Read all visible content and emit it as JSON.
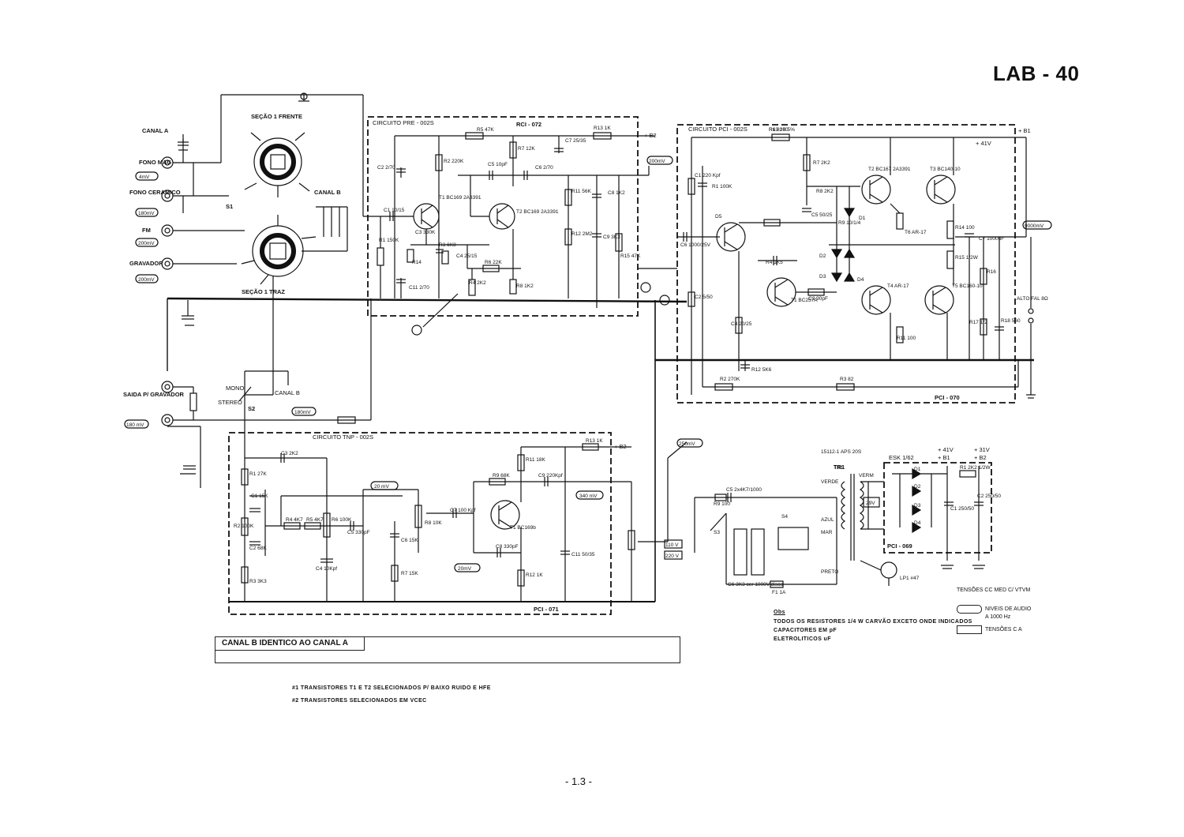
{
  "title": "LAB - 40",
  "page_number": "- 1.3 -",
  "canal_b_note": "CANAL B IDENTICO AO CANAL A",
  "footnotes": [
    "#1 TRANSISTORES T1 E T2 SELECIONADOS P/ BAIXO RUIDO E HFE",
    "#2 TRANSISTORES SELECIONADOS EM VCEC"
  ],
  "obs": {
    "heading": "Obs",
    "lines": [
      "TODOS OS RESISTORES 1/4 W CARVÃO EXCETO ONDE INDICADOS",
      "CAPACITORES EM pF",
      "ELETROLITICOS uF"
    ]
  },
  "legend": {
    "heading": "TENSÕES CC MED C/ VTVM",
    "audio": "NIVEIS DE AUDIO",
    "audio_sub": "A 1000 Hz",
    "ac": "TENSÕES C A"
  },
  "inputs": {
    "canal_a": "CANAL A",
    "fono_mag": "FONO MAG",
    "fono_mag_level": "4mV",
    "fono_ceramico": "FONO CERAMICO",
    "fono_ceramico_level": "180mV",
    "fm": "FM",
    "fm_level": "200mV",
    "gravador": "GRAVADOR",
    "gravador_level": "200mV"
  },
  "selector": {
    "front": "SEÇÃO 1 FRENTE",
    "back": "SEÇÃO 1 TRAZ",
    "name": "S1",
    "canal_b": "CANAL B"
  },
  "output_rec": {
    "label": "SAIDA P/ GRAVADOR",
    "level": "180 mV",
    "mono": "MONO",
    "stereo": "STEREO",
    "switch": "S2",
    "canal_b": "CANAL B",
    "level2": "180mV"
  },
  "boards": {
    "pre": {
      "circuit": "CIRCUITO PRE - 002S",
      "board": "RCI - 072",
      "out_level": "200mV",
      "b2": "+ B2"
    },
    "pot": {
      "circuit": "CIRCUITO PCI - 002S",
      "board": "PCI - 070",
      "b1": "+ B1",
      "volt": "+ 41V",
      "out_level": "9000mV",
      "speaker": "ALTO FAL 8Ω"
    },
    "tnp": {
      "circuit": "CIRCUITO TNP - 002S",
      "board": "PCI - 071",
      "level_in": "20 mV",
      "level_out": "340 mV",
      "level_c6": "20mV",
      "level_250": "250mV",
      "b2": "+ B2"
    },
    "psu": {
      "board": "PCI - 069",
      "esk": "ESK 1/62",
      "b1": "+ B1",
      "b2": "+ B2",
      "v1": "+ 41V",
      "v2": "+ 31V"
    }
  },
  "components": {
    "pre": [
      "R5 47K",
      "R13 1K",
      "C7 25/35",
      "R7 12K",
      "C6 2/70",
      "R2 220K",
      "C5 10pF",
      "C2 2/70",
      "C1 10/15",
      "T1 BC169 2A3391",
      "T2 BC169 2A3391",
      "R11 56K",
      "C8 1K2",
      "R12 2M2",
      "C9 3K3",
      "R15 47K",
      "R1 150K",
      "C3 330K",
      "R14",
      "R3 6K8",
      "C4 25/15",
      "R6 22K",
      "R4 2K2",
      "R8 1K2",
      "C11 2/70"
    ],
    "pot": [
      "R6 82K 5%",
      "R7 2K2",
      "R8 2K2",
      "C5 50/25",
      "R9 10/1/4",
      "D1",
      "D2",
      "D3",
      "D4",
      "D5",
      "T1 BC257A",
      "T2 BC167 2A3391",
      "T3 BC140-10",
      "T4 AR-17",
      "T5 BC160-10",
      "T6 AR-17",
      "R14 100",
      "R15 1/2W",
      "R16",
      "R17 1/2",
      "R18 560",
      "C7 1000uF",
      "C6 1000/25V",
      "C1 220 Kpf",
      "R1 100K",
      "C2 5/50",
      "R2 270K",
      "R3 82",
      "R12 5K6",
      "C4 20/25",
      "R4 1K5",
      "C3 90pF",
      "R11 100",
      "R13 100"
    ],
    "tnp": [
      "R1 27K",
      "C1 15K",
      "R2 100K",
      "C2 68K",
      "R3 3K3",
      "C3 2K2",
      "R4 4K7",
      "R5 4K7",
      "R6 100K",
      "C4 10Kpf",
      "C5 330pF",
      "C6 15K",
      "R7 15K",
      "R8 10K",
      "C7 100 Kpf",
      "R9 68K",
      "T1 BC169b",
      "C9 220Kpf",
      "R11 18K",
      "R13 1K",
      "C8 330pF",
      "R12 1K",
      "C11 50/35"
    ],
    "psu": [
      "R9 100",
      "C5 2x4K7/1000",
      "S3",
      "S4",
      "C6 3K3 cer 1000V disco",
      "F1 1A",
      "TR1",
      "LP1 #47",
      "D1",
      "D2",
      "D3",
      "D4",
      "R1 2K2 1/2W",
      "C1 250/50",
      "C2 250/50"
    ]
  },
  "levels": [
    "4mV",
    "180mV",
    "200mV",
    "200mV",
    "200mV",
    "9000mV",
    "180mV",
    "20 mV",
    "340 mV",
    "20mV",
    "250mV",
    "110 V",
    "220 V"
  ],
  "psu_text": {
    "tr1": "TR1",
    "tr1_sub": "15112-1 APS 20S",
    "verde": "VERDE",
    "verm": "VERM",
    "azul": "AZUL",
    "mar": "MAR",
    "preto": "PRETO",
    "v29": "29V",
    "v110": "110 V",
    "v220": "220 V"
  }
}
